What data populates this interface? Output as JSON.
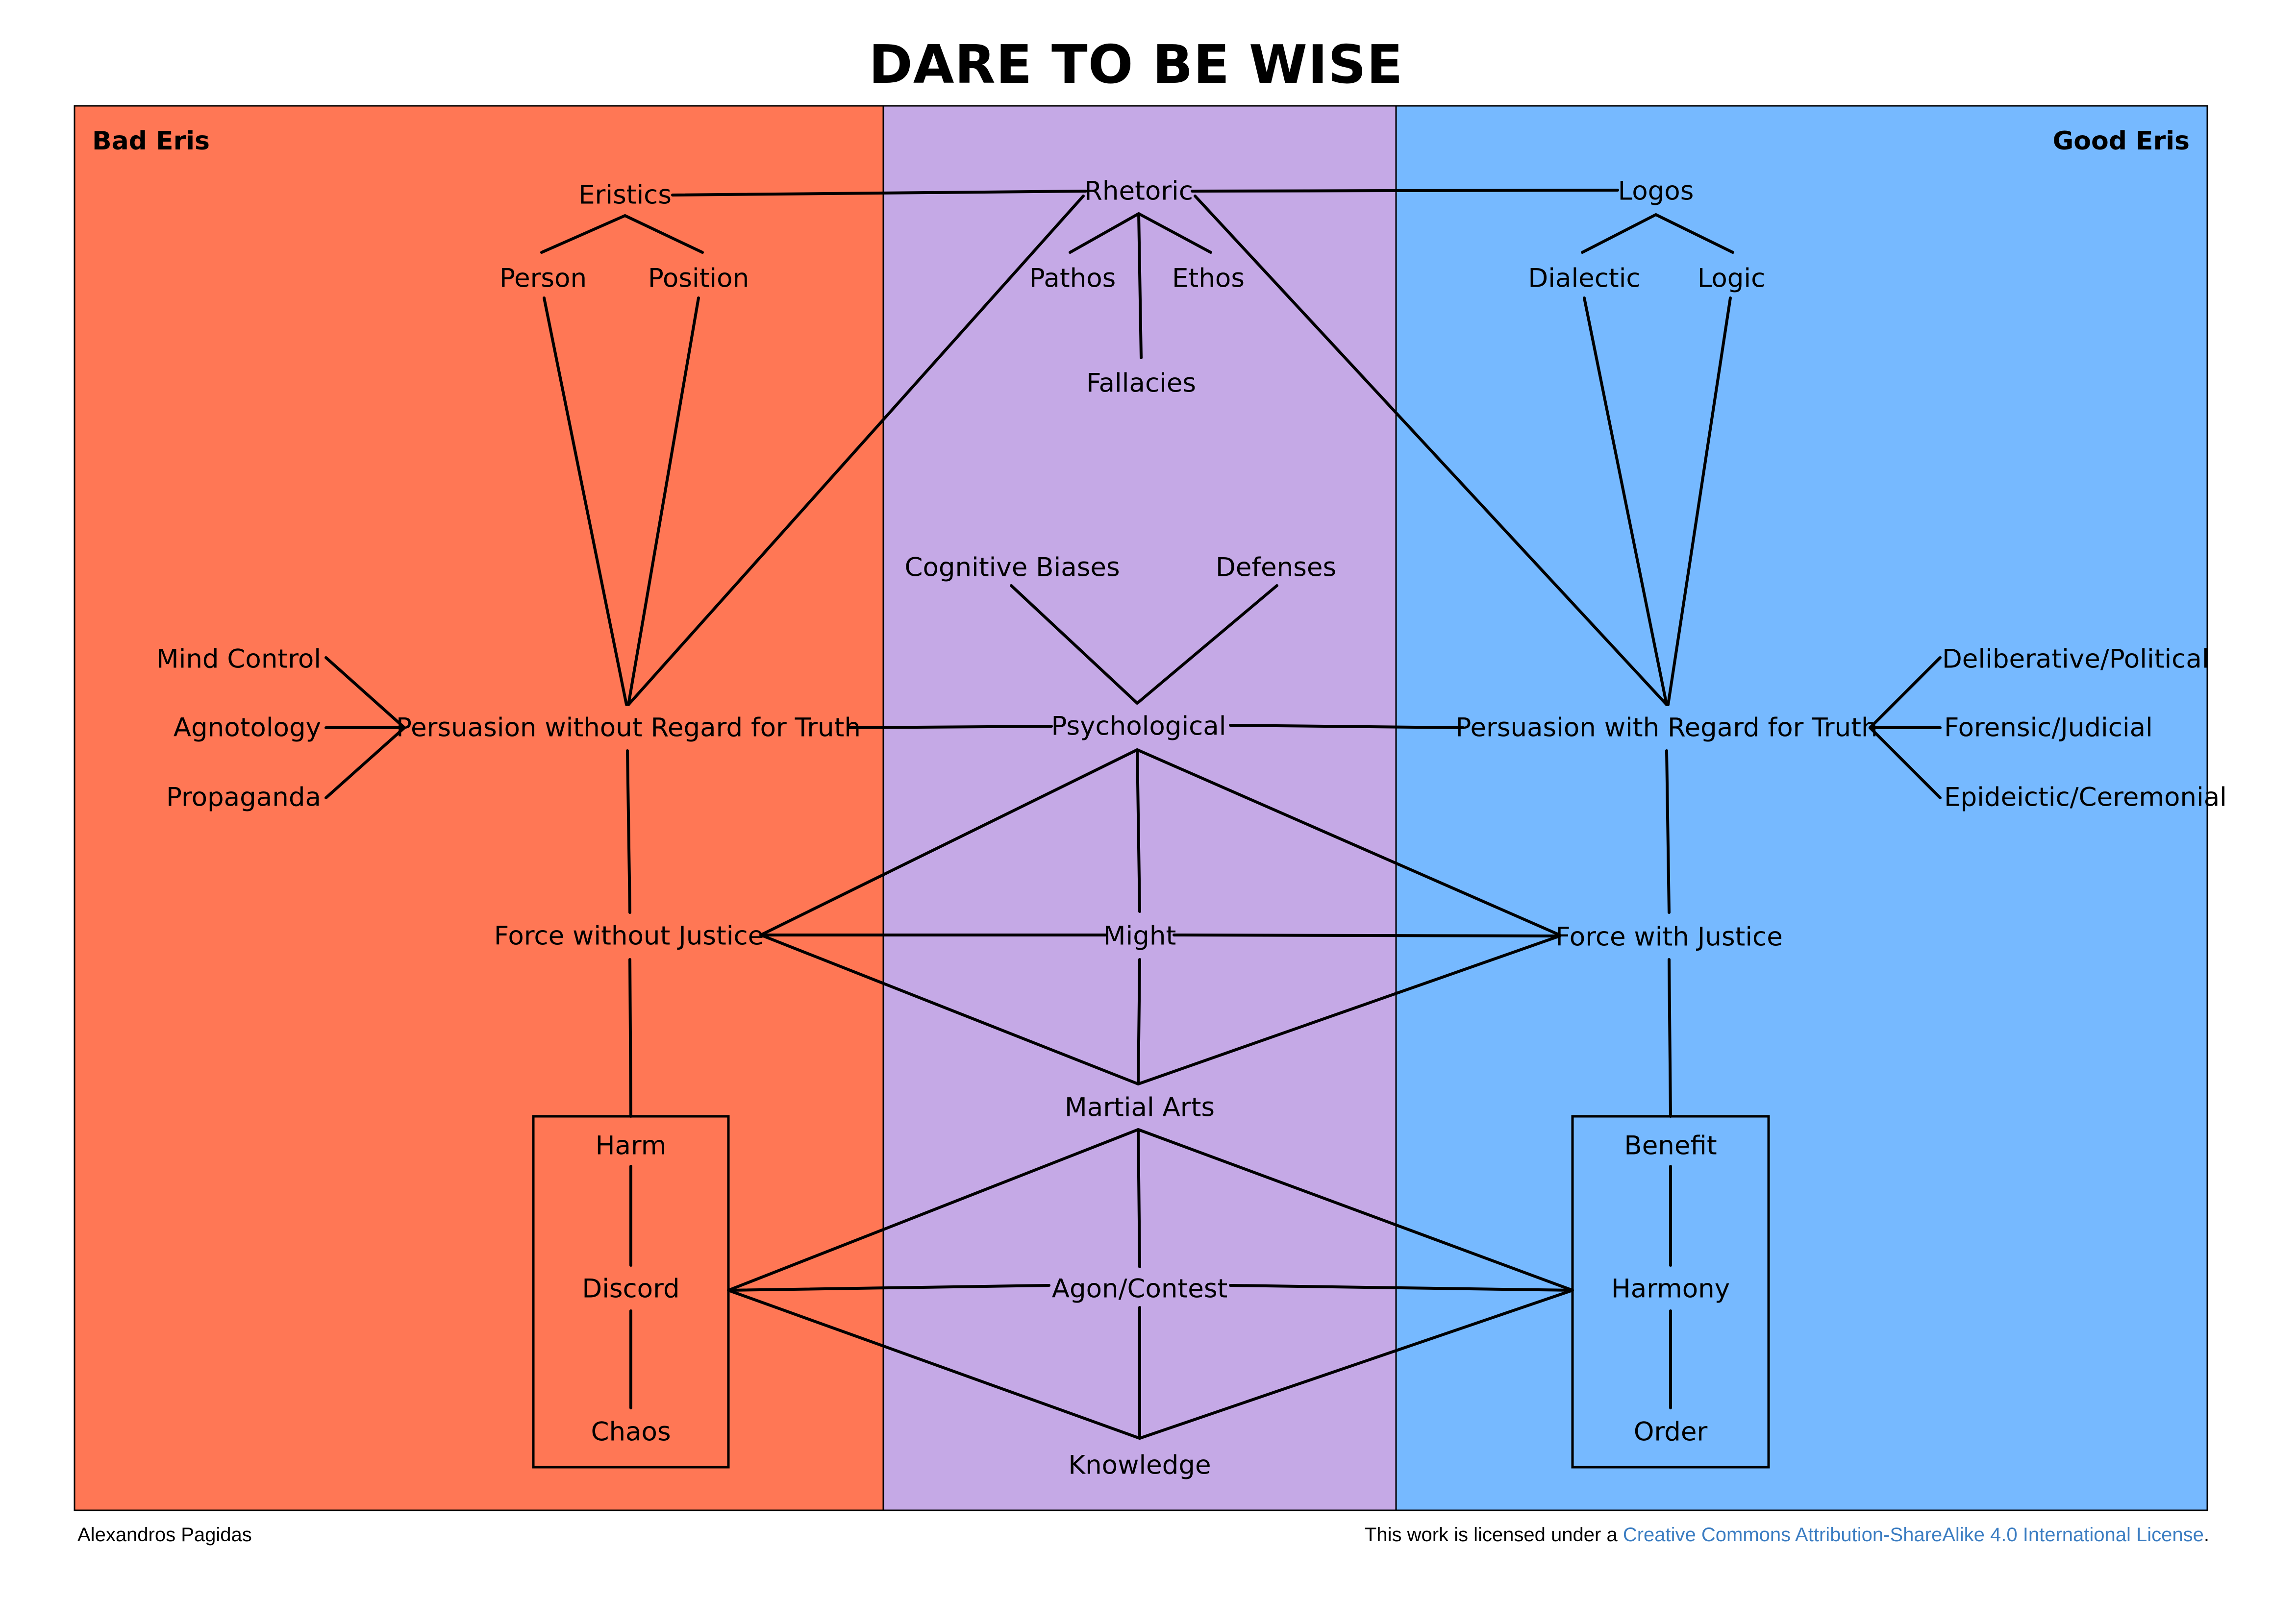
{
  "title": "DARE TO BE WISE",
  "colors": {
    "bad": "#ff7755",
    "neutral": "#c5a9e6",
    "good": "#76b9ff",
    "line": "#000000",
    "link": "#3b7dc2"
  },
  "zones": {
    "bad": "Bad Eris",
    "good": "Good Eris"
  },
  "nodes": {
    "eristics": "Eristics",
    "person": "Person",
    "position": "Position",
    "rhetoric": "Rhetoric",
    "pathos": "Pathos",
    "ethos": "Ethos",
    "fallacies": "Fallacies",
    "logos": "Logos",
    "dialectic": "Dialectic",
    "logic": "Logic",
    "cognitive_biases": "Cognitive Biases",
    "defenses": "Defenses",
    "mind_control": "Mind Control",
    "agnotology": "Agnotology",
    "propaganda": "Propaganda",
    "persuasion_without": "Persuasion without Regard for Truth",
    "psychological": "Psychological",
    "persuasion_with": "Persuasion with Regard for Truth",
    "deliberative": "Deliberative/Political",
    "forensic": "Forensic/Judicial",
    "epideictic": "Epideictic/Ceremonial",
    "force_without": "Force without Justice",
    "might": "Might",
    "force_with": "Force with Justice",
    "martial_arts": "Martial Arts",
    "harm": "Harm",
    "discord": "Discord",
    "chaos": "Chaos",
    "benefit": "Benefit",
    "harmony": "Harmony",
    "order": "Order",
    "agon": "Agon/Contest",
    "knowledge": "Knowledge"
  },
  "footer": {
    "author": "Alexandros Pagidas",
    "license_prefix": "This work is licensed under a ",
    "license_link": "Creative Commons Attribution-ShareAlike 4.0 International License",
    "license_suffix": "."
  }
}
